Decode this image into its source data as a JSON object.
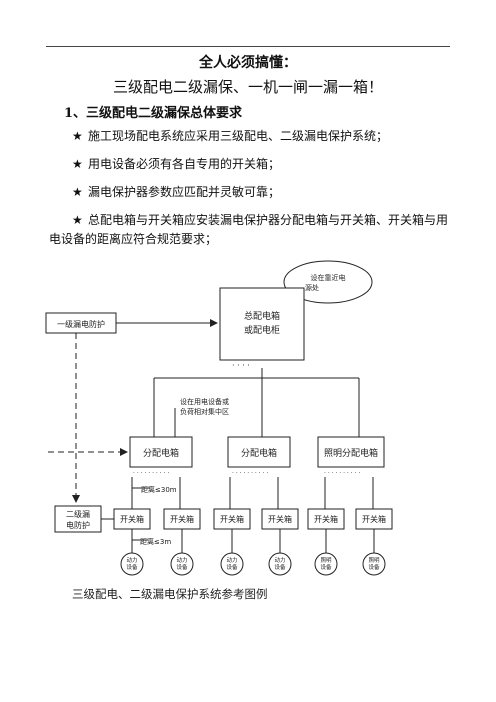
{
  "doc": {
    "title1": "全人必须搞懂：",
    "title2": "三级配电二级漏保、一机一闸一漏一箱！",
    "heading": "1、三级配电二级漏保总体要求",
    "bullets": [
      {
        "marker": "★",
        "text": "施工现场配电系统应采用三级配电、二级漏电保护系统；"
      },
      {
        "marker": "★",
        "text": "用电设备必须有各自专用的开关箱；"
      },
      {
        "marker": "★",
        "text": "漏电保护器参数应匹配并灵敏可靠；"
      },
      {
        "marker": "★",
        "text": "总配电箱与开关箱应安装漏电保护器分配电箱与开关箱、开关箱与用"
      }
    ],
    "bullet4_cont": "电设备的距离应符合规范要求；",
    "caption": "三级配电、二级漏电保护系统参考图例"
  },
  "diagram": {
    "bubble_line1": "设在靠近电",
    "bubble_line2": "源处",
    "main_box_line1": "总配电箱",
    "main_box_line2": "或配电柜",
    "level1_protect": "一级漏电防护",
    "dots": "· · · ·",
    "note_line1": "设在用电设备或",
    "note_line2": "负荷相对集中区",
    "sub_boxes": [
      "分配电箱",
      "分配电箱",
      "照明分配电箱"
    ],
    "sub_dots": "· · · · · · · · · ·",
    "level2_line1": "二级漏",
    "level2_line2": "电防护",
    "dist1": "距离≤30m",
    "dist2": "距离≤3m",
    "switch_box": "开关箱",
    "devices": [
      {
        "l1": "动力",
        "l2": "设备"
      },
      {
        "l1": "动力",
        "l2": "设备"
      },
      {
        "l1": "动力",
        "l2": "设备"
      },
      {
        "l1": "动力",
        "l2": "设备"
      },
      {
        "l1": "照明",
        "l2": "设备"
      },
      {
        "l1": "照明",
        "l2": "设备"
      }
    ]
  }
}
